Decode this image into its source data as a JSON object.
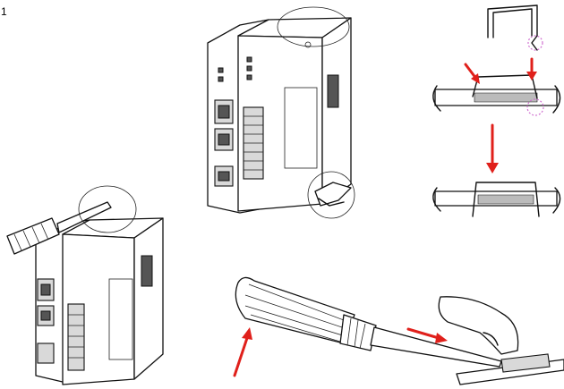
{
  "figure": {
    "step_label": "1",
    "colors": {
      "background": "#ffffff",
      "line": "#111111",
      "arrow": "#e0201b",
      "highlight_circle": "#d070d0"
    },
    "panels": [
      {
        "name": "module-pair",
        "icon": "plc-modules-icon"
      },
      {
        "name": "clip-detail-top",
        "icon": "din-clip-icon"
      },
      {
        "name": "clip-detail-bottom",
        "icon": "din-rail-section-icon"
      },
      {
        "name": "screwdriver-release",
        "icon": "screwdriver-icon"
      },
      {
        "name": "screwdriver-closeup",
        "icon": "hand-screwdriver-icon"
      }
    ]
  }
}
